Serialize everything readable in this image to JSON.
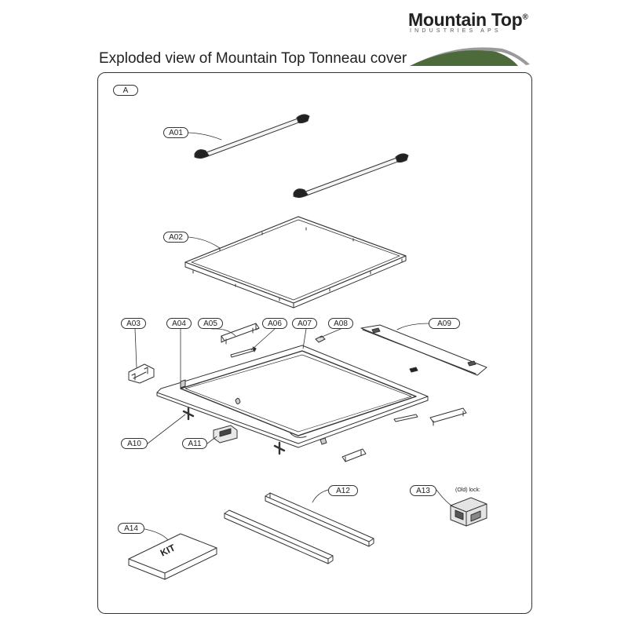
{
  "brand": {
    "name": "Mountain Top",
    "registered_mark": "®",
    "subtitle": "INDUSTRIES APS",
    "colors": {
      "mountain_green": "#4d6b3a",
      "mountain_grey": "#9a9a9a"
    }
  },
  "page_title": "Exploded view of Mountain Top Tonneau cover",
  "section_label": "A",
  "parts": [
    {
      "id": "A01"
    },
    {
      "id": "A02"
    },
    {
      "id": "A03"
    },
    {
      "id": "A04"
    },
    {
      "id": "A05"
    },
    {
      "id": "A06"
    },
    {
      "id": "A07"
    },
    {
      "id": "A08"
    },
    {
      "id": "A09"
    },
    {
      "id": "A10"
    },
    {
      "id": "A11"
    },
    {
      "id": "A12"
    },
    {
      "id": "A13"
    },
    {
      "id": "A14"
    }
  ],
  "lock_note": "(Old) lock:",
  "kit_label": "KIT"
}
